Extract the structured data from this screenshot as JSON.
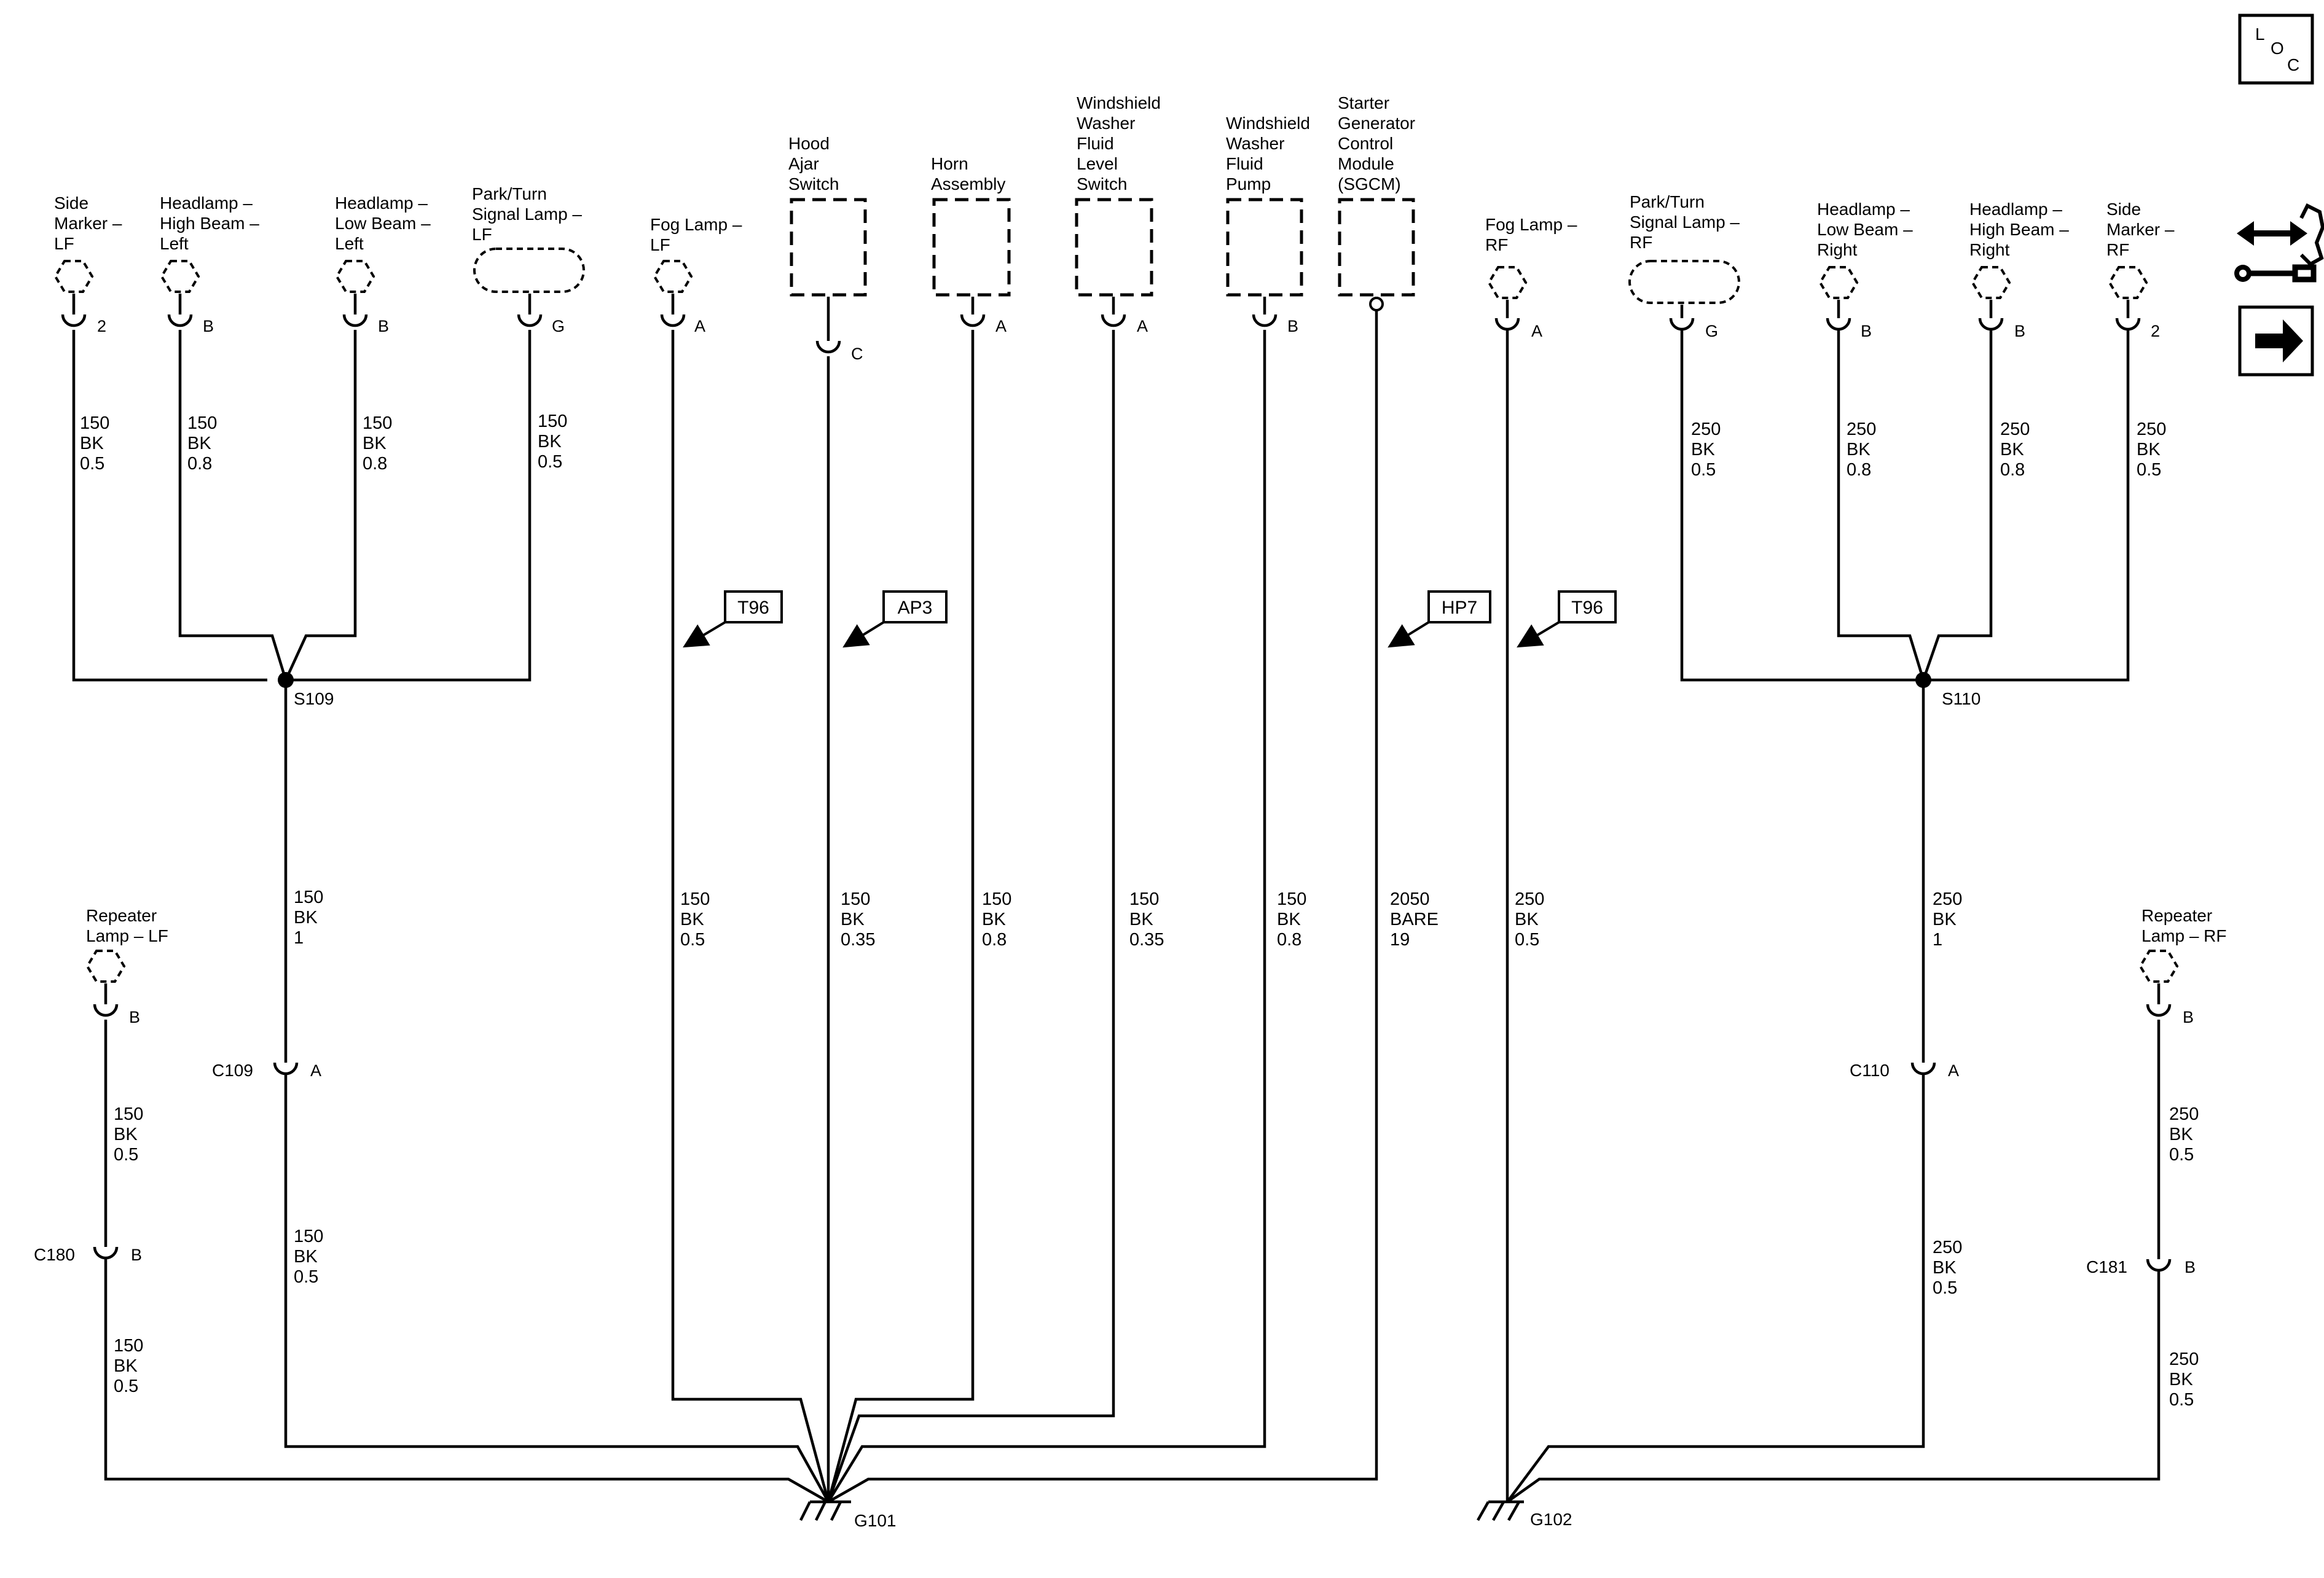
{
  "components": {
    "side_marker_lf": {
      "lines": [
        "Side",
        "Marker –",
        "LF"
      ],
      "pin": "2"
    },
    "headlamp_high_left": {
      "lines": [
        "Headlamp –",
        "High Beam –",
        "Left"
      ],
      "pin": "B"
    },
    "headlamp_low_left": {
      "lines": [
        "Headlamp –",
        "Low Beam –",
        "Left"
      ],
      "pin": "B"
    },
    "park_turn_lf": {
      "lines": [
        "Park/Turn",
        "Signal Lamp –",
        "LF"
      ],
      "pin": "G"
    },
    "fog_lamp_lf": {
      "lines": [
        "Fog Lamp –",
        "LF"
      ],
      "pin": "A"
    },
    "hood_ajar": {
      "lines": [
        "Hood",
        "Ajar",
        "Switch"
      ],
      "pin": "C"
    },
    "horn": {
      "lines": [
        "Horn",
        "Assembly"
      ],
      "pin": "A"
    },
    "washer_level": {
      "lines": [
        "Windshield",
        "Washer",
        "Fluid",
        "Level",
        "Switch"
      ],
      "pin": "A"
    },
    "washer_pump": {
      "lines": [
        "Windshield",
        "Washer",
        "Fluid",
        "Pump"
      ],
      "pin": "B"
    },
    "sgcm": {
      "lines": [
        "Starter",
        "Generator",
        "Control",
        "Module",
        "(SGCM)"
      ]
    },
    "fog_lamp_rf": {
      "lines": [
        "Fog Lamp –",
        "RF"
      ],
      "pin": "A"
    },
    "park_turn_rf": {
      "lines": [
        "Park/Turn",
        "Signal Lamp –",
        "RF"
      ],
      "pin": "G"
    },
    "headlamp_low_right": {
      "lines": [
        "Headlamp –",
        "Low Beam –",
        "Right"
      ],
      "pin": "B"
    },
    "headlamp_high_right": {
      "lines": [
        "Headlamp –",
        "High Beam –",
        "Right"
      ],
      "pin": "B"
    },
    "side_marker_rf": {
      "lines": [
        "Side",
        "Marker –",
        "RF"
      ],
      "pin": "2"
    },
    "repeater_lf": {
      "lines": [
        "Repeater",
        "Lamp – LF"
      ],
      "pin": "B"
    },
    "repeater_rf": {
      "lines": [
        "Repeater",
        "Lamp – RF"
      ],
      "pin": "B"
    }
  },
  "wires": {
    "side_marker_lf": [
      "150",
      "BK",
      "0.5"
    ],
    "headlamp_high_left": [
      "150",
      "BK",
      "0.8"
    ],
    "headlamp_low_left": [
      "150",
      "BK",
      "0.8"
    ],
    "park_turn_lf": [
      "150",
      "BK",
      "0.5"
    ],
    "s109_c109": [
      "150",
      "BK",
      "1"
    ],
    "c109_g101": [
      "150",
      "BK",
      "0.5"
    ],
    "repeater_lf_c180": [
      "150",
      "BK",
      "0.5"
    ],
    "c180_g101": [
      "150",
      "BK",
      "0.5"
    ],
    "fog_lamp_lf": [
      "150",
      "BK",
      "0.5"
    ],
    "hood_ajar": [
      "150",
      "BK",
      "0.35"
    ],
    "horn": [
      "150",
      "BK",
      "0.8"
    ],
    "washer_level": [
      "150",
      "BK",
      "0.35"
    ],
    "washer_pump": [
      "150",
      "BK",
      "0.8"
    ],
    "sgcm": [
      "2050",
      "BARE",
      "19"
    ],
    "fog_lamp_rf": [
      "250",
      "BK",
      "0.5"
    ],
    "park_turn_rf": [
      "250",
      "BK",
      "0.5"
    ],
    "headlamp_low_right": [
      "250",
      "BK",
      "0.8"
    ],
    "headlamp_high_right": [
      "250",
      "BK",
      "0.8"
    ],
    "side_marker_rf": [
      "250",
      "BK",
      "0.5"
    ],
    "s110_c110": [
      "250",
      "BK",
      "1"
    ],
    "c110_g102": [
      "250",
      "BK",
      "0.5"
    ],
    "repeater_rf_c181": [
      "250",
      "BK",
      "0.5"
    ],
    "c181_g102": [
      "250",
      "BK",
      "0.5"
    ]
  },
  "splices": {
    "s109": "S109",
    "s110": "S110"
  },
  "connectors": {
    "c109": {
      "name": "C109",
      "pin": "A"
    },
    "c180": {
      "name": "C180",
      "pin": "B"
    },
    "c110": {
      "name": "C110",
      "pin": "A"
    },
    "c181": {
      "name": "C181",
      "pin": "B"
    }
  },
  "grounds": {
    "g101": "G101",
    "g102": "G102"
  },
  "option_codes": {
    "t96_left": "T96",
    "ap3": "AP3",
    "hp7": "HP7",
    "t96_right": "T96"
  },
  "loc_button": {
    "letters": [
      "L",
      "O",
      "C"
    ]
  },
  "icons": {
    "connector_view": "connector-end-view-icon",
    "next": "arrow-right-icon"
  }
}
